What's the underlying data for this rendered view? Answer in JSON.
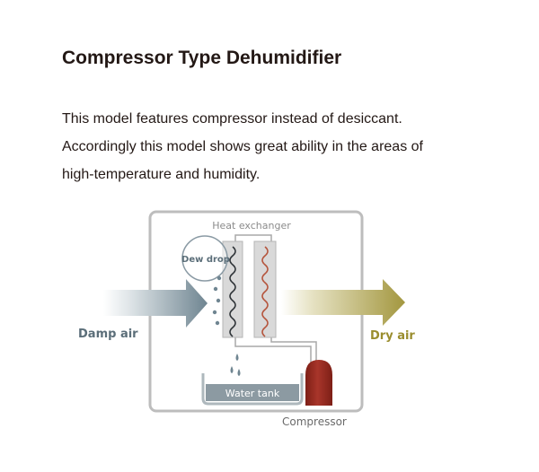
{
  "header": {
    "title": "Compressor Type Dehumidifier"
  },
  "description": {
    "lines": [
      "This model features compressor instead of desiccant.",
      "Accordingly this model shows great ability in the areas of",
      "high-temperature and humidity."
    ]
  },
  "diagram": {
    "labels": {
      "heat_exchanger": "Heat exchanger",
      "dew_drop": "Dew drop",
      "damp_air": "Damp air",
      "dry_air": "Dry air",
      "water_tank": "Water tank",
      "compressor": "Compressor"
    },
    "colors": {
      "damp_air_arrow": "#6f8591",
      "dry_air_arrow": "#a3973f",
      "cold_coil": "#3b3f44",
      "hot_coil": "#b5543c",
      "compressor": "#9b2a1f",
      "water_tank": "#8c9aa2",
      "frame": "#b9b9b9"
    }
  }
}
